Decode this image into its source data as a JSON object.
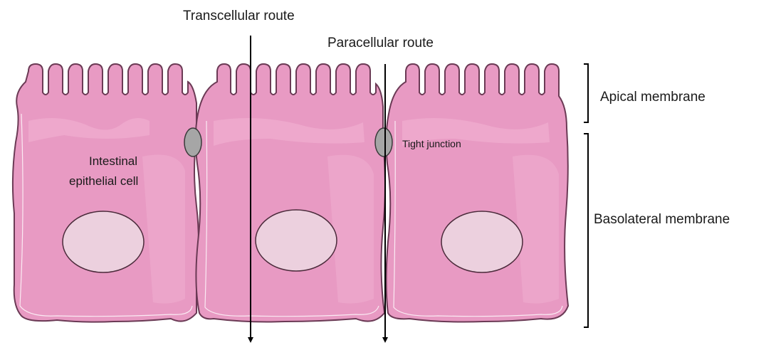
{
  "labels": {
    "transcellular_route": "Transcellular route",
    "paracellular_route": "Paracellular route",
    "apical_membrane": "Apical membrane",
    "basolateral_membrane": "Basolateral membrane",
    "tight_junction": "Tight junction",
    "cell_label_line1": "Intestinal",
    "cell_label_line2": "epithelial cell"
  },
  "colors": {
    "cell_fill": "#e89ac3",
    "cell_outline": "#6b3a55",
    "nucleus_fill": "#ecd0de",
    "junction_fill": "#a6a6a6",
    "arrow": "#000000"
  }
}
